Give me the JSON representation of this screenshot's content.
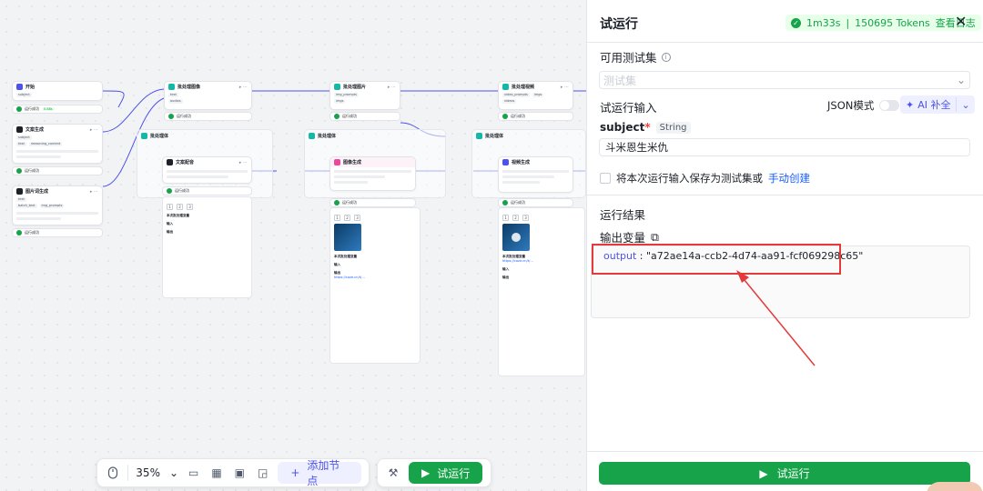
{
  "canvas": {
    "nodes": {
      "start": {
        "title": "开始",
        "field": "subject"
      },
      "text_gen": {
        "title": "文案生成",
        "fields": [
          "subject",
          "text",
          "reasoning_content"
        ]
      },
      "text_gen2": {
        "title": "图片词生成",
        "fields": [
          "text",
          "batch_text",
          "img_prompts"
        ]
      },
      "batch_img": {
        "title": "批处理图像",
        "fields": [
          "text",
          "audios"
        ]
      },
      "batch_pic": {
        "title": "批处理图片",
        "fields": [
          "img_prompts",
          "imgs"
        ]
      },
      "batch_video": {
        "title": "批处理视频",
        "fields": [
          "video_prompts",
          "imgs",
          "videos"
        ]
      },
      "text_node": {
        "title": "文案配音"
      },
      "img_gen": {
        "title": "图像生成"
      },
      "video_gen": {
        "title": "视频生成"
      }
    },
    "groups": [
      "批处理体",
      "批处理体",
      "批处理体"
    ],
    "status_text": "运行成功",
    "status_tag": "0.88s",
    "result_pages": [
      "1",
      "2",
      "3"
    ],
    "result_sections": [
      "本次批处理变量",
      "输入",
      "输出"
    ],
    "result_link": "https://coze.cn/t/…"
  },
  "toolbar": {
    "zoom": "35%",
    "add_node_label": "添加节点",
    "run_label": "试运行"
  },
  "panel": {
    "title": "试运行",
    "run_time": "1m33s",
    "tokens": "150695 Tokens",
    "view_log": "查看日志",
    "test_set_label": "可用测试集",
    "test_set_placeholder": "测试集",
    "run_input_label": "试运行输入",
    "json_mode_label": "JSON模式",
    "ai_fill_label": "AI 补全",
    "param_name": "subject",
    "param_type": "String",
    "param_value": "斗米恩生米仇",
    "save_text": "将本次运行输入保存为测试集或",
    "save_link": "手动创建",
    "result_label": "运行结果",
    "output_var_label": "输出变量",
    "output_key": "output",
    "output_value": "\"a72ae14a-ccb2-4d74-aa91-fcf069298c65\"",
    "run_button": "试运行",
    "accent": "#16a34a",
    "highlight": "#e33a3a"
  }
}
